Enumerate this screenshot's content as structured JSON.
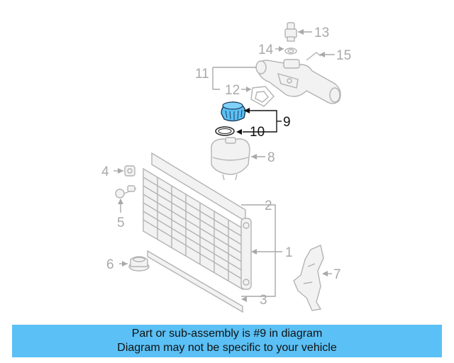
{
  "diagram": {
    "callouts": {
      "c1": "1",
      "c2": "2",
      "c3": "3",
      "c4": "4",
      "c5": "5",
      "c6": "6",
      "c7": "7",
      "c8": "8",
      "c9": "9",
      "c10": "10",
      "c11": "11",
      "c12": "12",
      "c13": "13",
      "c14": "14",
      "c15": "15"
    },
    "highlighted_part": "9",
    "colors": {
      "highlight": "#5bc0f5",
      "part_line": "#b3b3b3",
      "label_gray": "#a9a9a9",
      "label_dark": "#111111"
    }
  },
  "banner": {
    "line1": "Part or sub-assembly is #9 in diagram",
    "line2": "Diagram may not be specific to your vehicle",
    "background": "#5bc0f5"
  }
}
